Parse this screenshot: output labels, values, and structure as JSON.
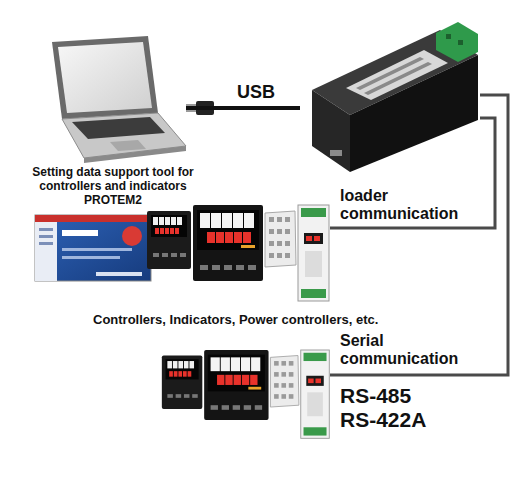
{
  "diagram": {
    "nodes": [
      {
        "text": [
          "Setting data support tool for controllers and indicators PROTEM2"
        ]
      },
      {
        "text": []
      },
      {
        "text": [
          "Controllers, Indicators, Power controllers, etc."
        ]
      },
      {
        "text": []
      }
    ],
    "edges": [
      {
        "from": 0,
        "to": 1,
        "label": "USB",
        "arrow": "none"
      },
      {
        "from": 1,
        "to": 2,
        "label": "loader communication",
        "arrow": "none"
      },
      {
        "from": 1,
        "to": 3,
        "label": "Serial communication",
        "arrow": "none"
      }
    ],
    "labels": [
      "RS-485",
      "RS-422A"
    ]
  }
}
